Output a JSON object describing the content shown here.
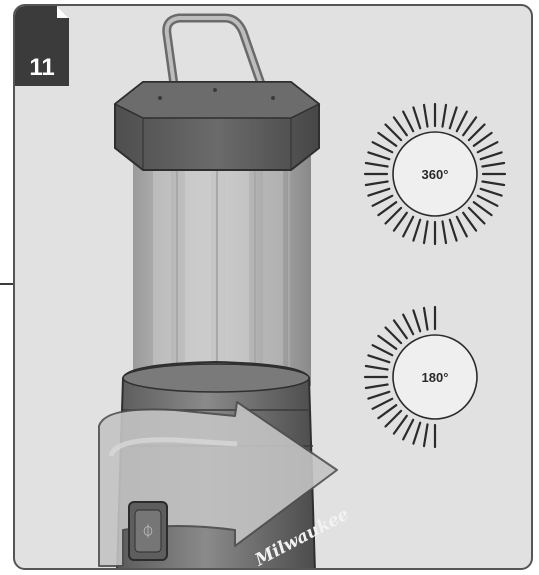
{
  "step": {
    "number": "11"
  },
  "modes": [
    {
      "label": "360°",
      "arc_degrees": 360
    },
    {
      "label": "180°",
      "arc_degrees": 180
    }
  ],
  "lantern": {
    "brand_text": "Milwaukee",
    "switch_symbol": "⏀"
  },
  "colors": {
    "panel_bg": "#e1e1e1",
    "badge_bg": "#3b3b3b",
    "cap": "#595959",
    "arrow_fill": "#bfbfbf",
    "ray": "#2b2b2b"
  }
}
